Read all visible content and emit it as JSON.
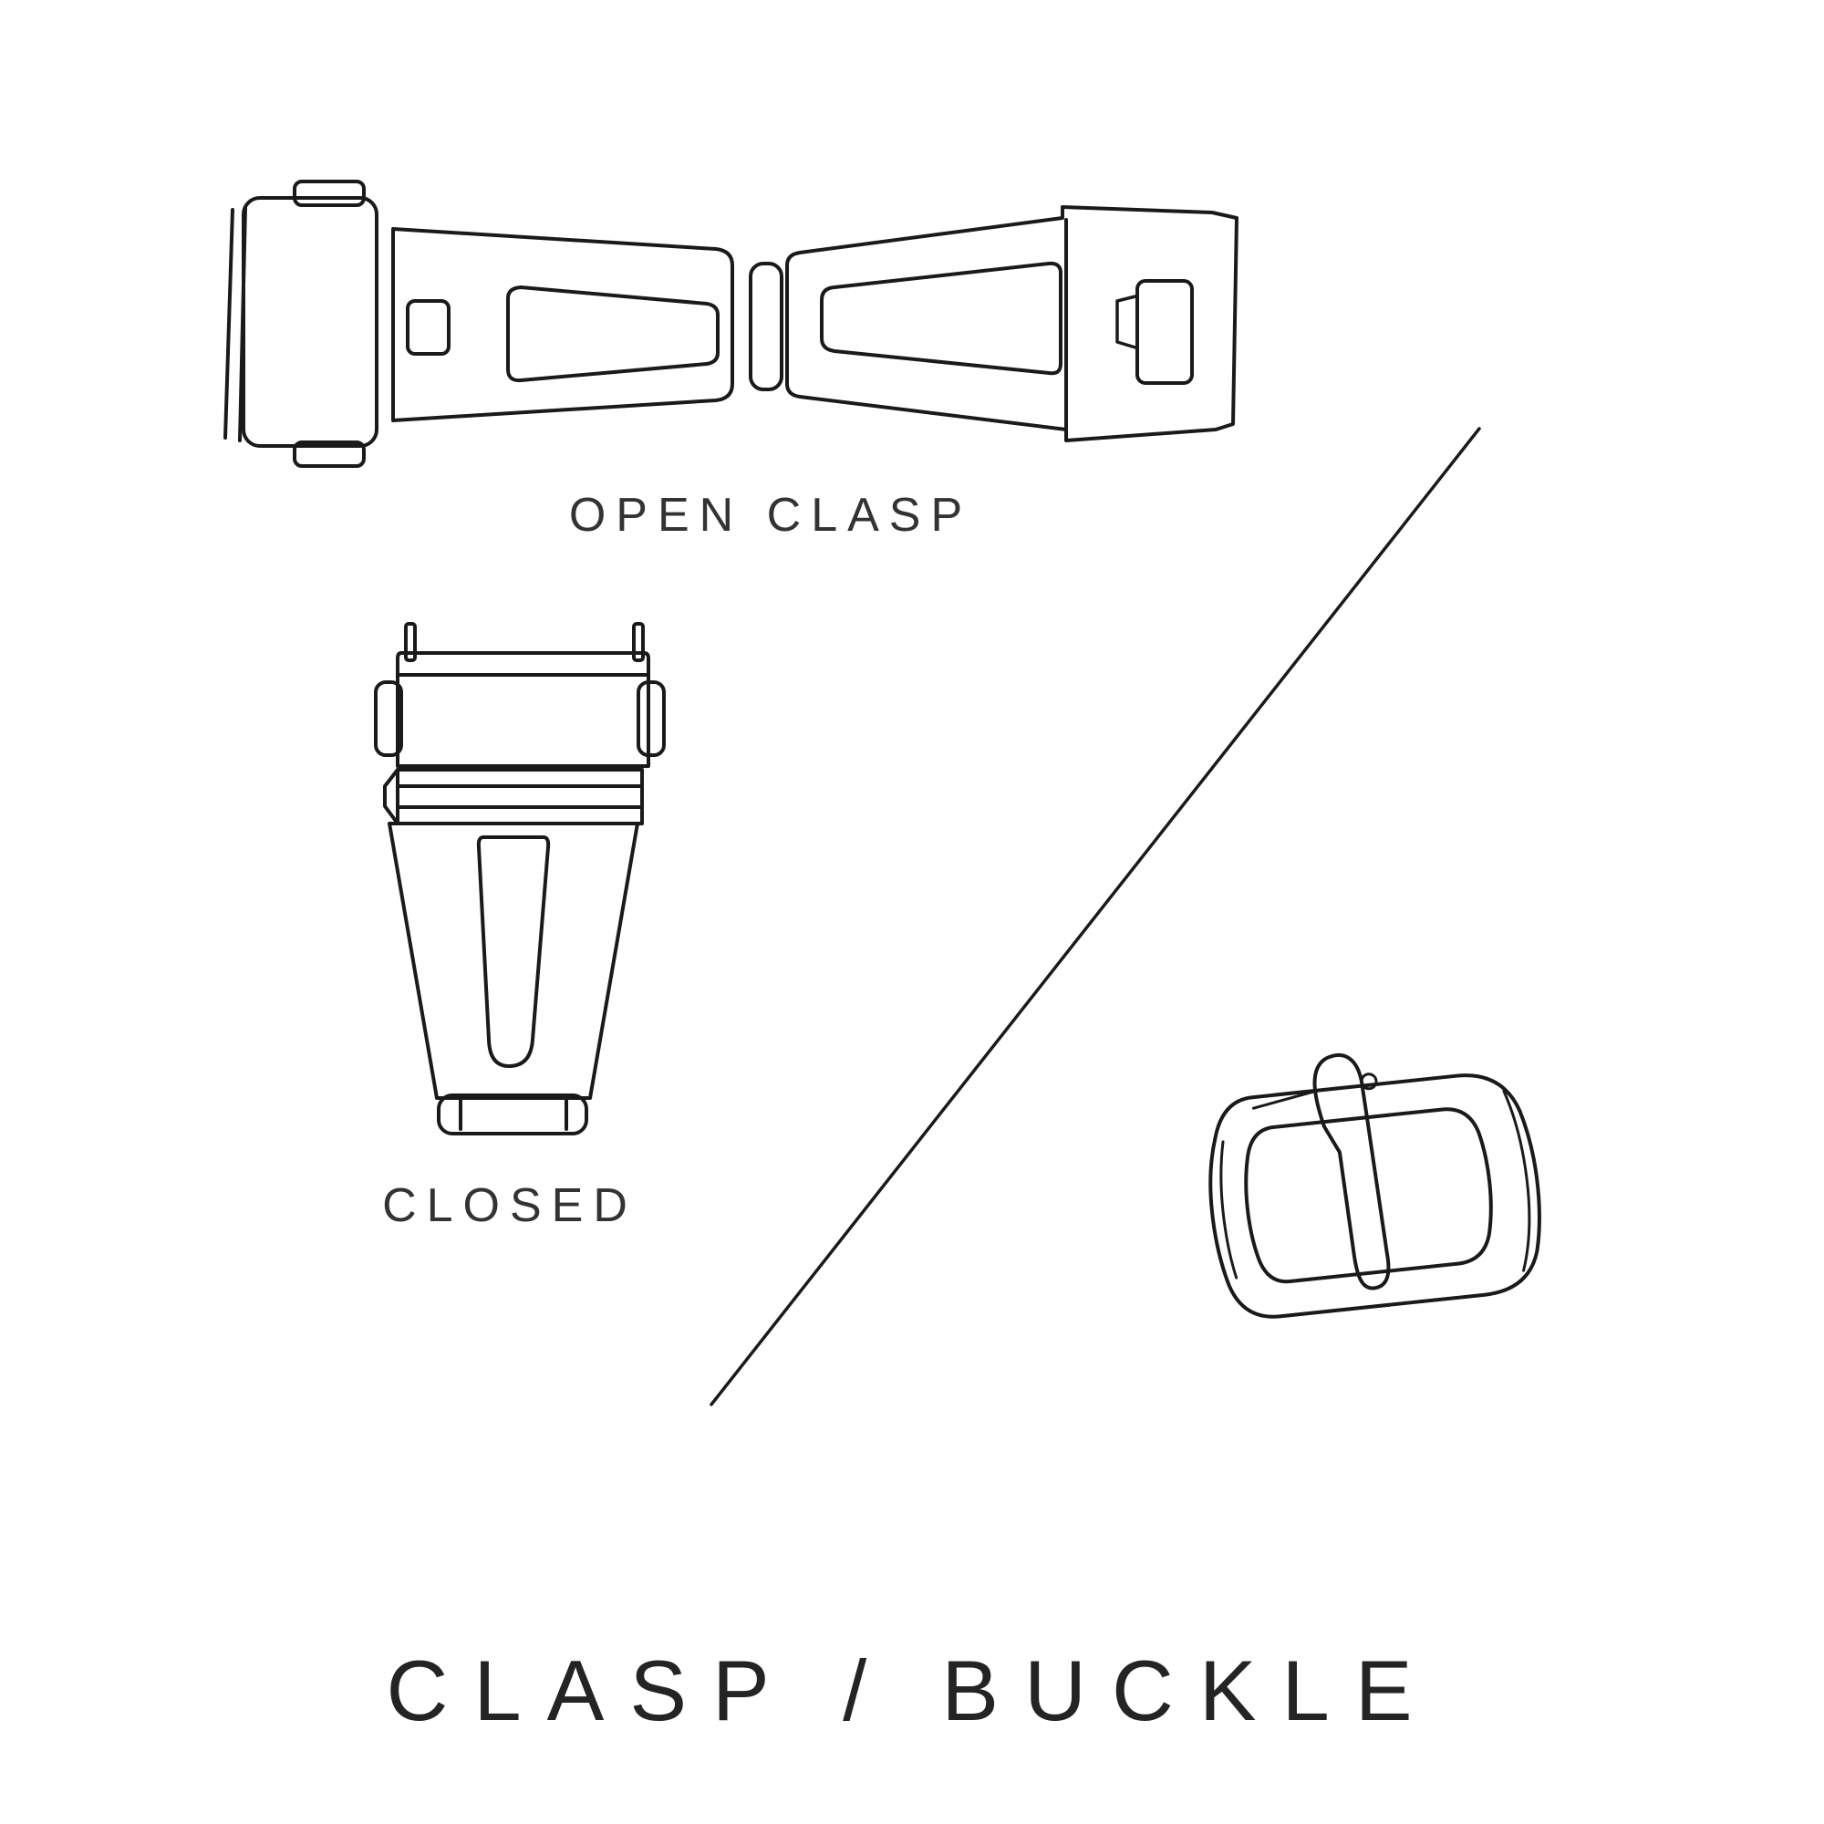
{
  "title": "CLASP / BUCKLE",
  "labels": {
    "open_clasp": "OPEN CLASP",
    "closed": "CLOSED"
  },
  "illustrations": {
    "open_clasp": "open-clasp-illustration",
    "closed_clasp": "closed-clasp-illustration",
    "buckle": "buckle-illustration",
    "divider": "diagonal-divider"
  },
  "colors": {
    "background": "#ffffff",
    "line": "#1a1a1a",
    "text": "#2d2d2d"
  }
}
